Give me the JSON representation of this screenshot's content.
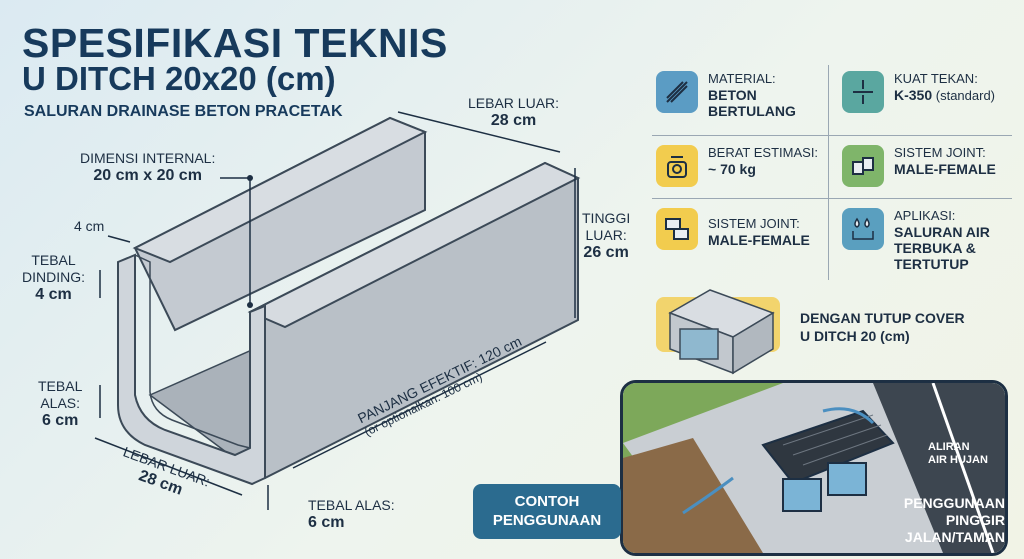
{
  "title_line1": "SPESIFIKASI TEKNIS",
  "title_line2": "U DITCH 20x20 (cm)",
  "subtitle": "SALURAN DRAINASE BETON PRACETAK",
  "dimensions": {
    "outer_width_top_label": "LEBAR LUAR:",
    "outer_width_top_value": "28 cm",
    "internal_label": "DIMENSI INTERNAL:",
    "internal_value": "20 cm x 20 cm",
    "wall_thickness_small": "4 cm",
    "wall_label_1": "TEBAL",
    "wall_label_2": "DINDING:",
    "wall_value": "4 cm",
    "base_label_1": "TEBAL",
    "base_label_2": "ALAS:",
    "base_value": "6 cm",
    "outer_width_bottom_label": "LEBAR LUAR:",
    "outer_width_bottom_value": "28 cm",
    "height_label_1": "TINGGI",
    "height_label_2": "LUAR:",
    "height_value": "26 cm",
    "length_label": "PANJANG EFEKTIF: 120 cm",
    "length_note": "(or optionalkan: 100 cm)",
    "base_bottom_label": "TEBAL ALAS:",
    "base_bottom_value": "6 cm"
  },
  "specs": [
    {
      "icon": "rebar-icon",
      "label": "MATERIAL:",
      "value_1": "BETON",
      "value_2": "BERTULANG",
      "color": "#5b9cc4"
    },
    {
      "icon": "pressure-icon",
      "label": "KUAT TEKAN:",
      "value_1": "K-350",
      "value_2": "(standard)",
      "color": "#5aa7a0"
    },
    {
      "icon": "scale-icon",
      "label": "BERAT ESTIMASI:",
      "value_1": "~ 70 kg",
      "value_2": "",
      "color": "#f2cc4e"
    },
    {
      "icon": "puzzle-icon",
      "label": "SISTEM JOINT:",
      "value_1": "MALE-FEMALE",
      "value_2": "",
      "color": "#7fb56a"
    },
    {
      "icon": "joint-icon",
      "label": "SISTEM JOINT:",
      "value_1": "MALE-FEMALE",
      "value_2": "",
      "color": "#f2cc4e"
    },
    {
      "icon": "water-drops-icon",
      "label": "APLIKASI:",
      "value_1": "SALURAN AIR",
      "value_2": "TERBUKA &",
      "value_3": "TERTUTUP",
      "color": "#5a9fbf"
    }
  ],
  "cover_text_1": "DENGAN TUTUP COVER",
  "cover_text_2": "U DITCH 20 (cm)",
  "example": {
    "badge_1": "CONTOH",
    "badge_2": "PENGGUNAAN",
    "flow_1": "ALIRAN",
    "flow_2": "AIR HUJAN",
    "usage_1": "PENGGUNAAN",
    "usage_2": "PINGGIR JALAN/TAMAN"
  }
}
